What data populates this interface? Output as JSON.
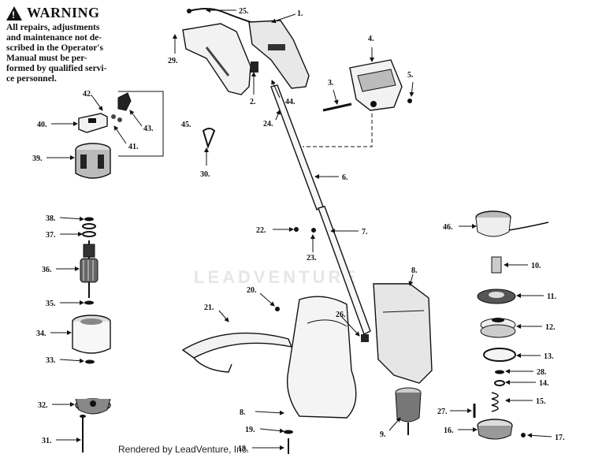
{
  "warning": {
    "title": "WARNING",
    "text_lines": [
      "All repairs, adjustments",
      "and maintenance not de-",
      "scribed in the Operator's",
      "Manual must be per-",
      "formed by qualified servi-",
      "ce personnel."
    ]
  },
  "watermark": "LEADVENTURE",
  "footer": "Rendered by LeadVenture, Inc.",
  "labels": {
    "p1": "1.",
    "p2": "2.",
    "p3": "3.",
    "p4": "4.",
    "p5": "5.",
    "p6": "6.",
    "p7": "7.",
    "p8a": "8.",
    "p8b": "8.",
    "p9": "9.",
    "p10": "10.",
    "p11": "11.",
    "p12": "12.",
    "p13": "13.",
    "p14": "14.",
    "p15": "15.",
    "p16": "16.",
    "p17": "17.",
    "p18": "18.",
    "p19": "19.",
    "p20": "20.",
    "p21": "21.",
    "p22": "22.",
    "p23": "23.",
    "p24": "24.",
    "p25": "25.",
    "p26": "26.",
    "p27": "27.",
    "p28": "28.",
    "p29": "29.",
    "p30": "30.",
    "p31": "31.",
    "p32": "32.",
    "p33": "33.",
    "p34": "34.",
    "p35": "35.",
    "p36": "36.",
    "p37": "37.",
    "p38": "38.",
    "p39": "39.",
    "p40": "40.",
    "p41": "41.",
    "p42": "42.",
    "p43": "43.",
    "p44": "44.",
    "p45": "45.",
    "p46": "46."
  }
}
